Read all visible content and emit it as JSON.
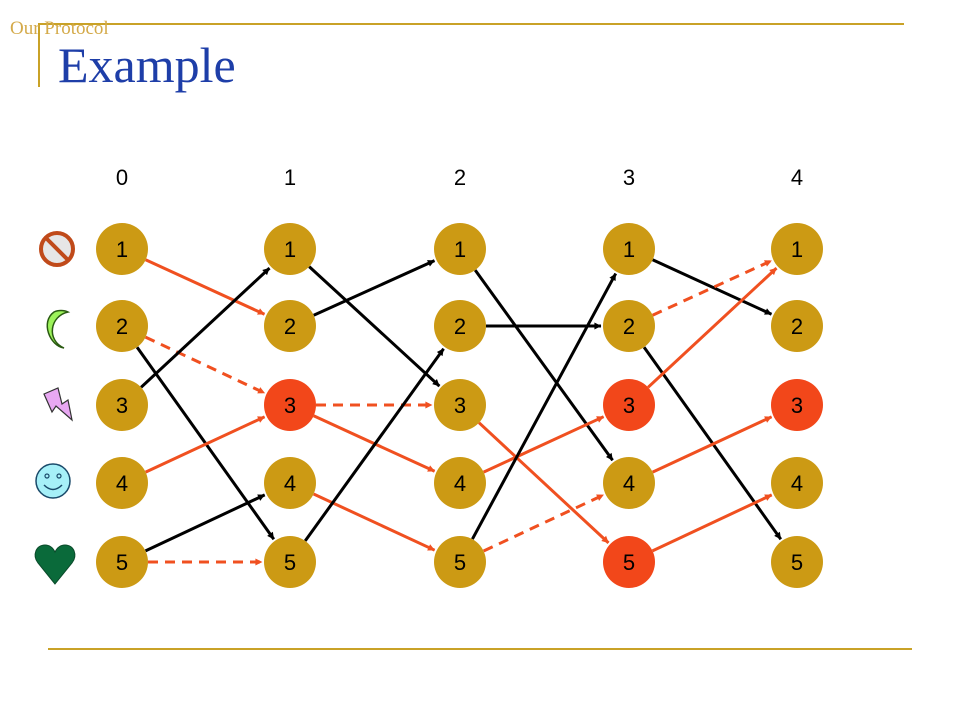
{
  "header": {
    "section": "Our Protocol",
    "title": "Example"
  },
  "colors": {
    "node_normal": "#cc9a14",
    "node_faulty": "#f2471a",
    "edge_black": "#000000",
    "edge_red": "#f05020",
    "rule": "#c9a227",
    "title": "#1e3ea8"
  },
  "columns": [
    "0",
    "1",
    "2",
    "3",
    "4"
  ],
  "rows": [
    "1",
    "2",
    "3",
    "4",
    "5"
  ],
  "process_icons": [
    {
      "row": "1",
      "icon": "prohibited-icon"
    },
    {
      "row": "2",
      "icon": "crescent-moon-icon"
    },
    {
      "row": "3",
      "icon": "lightning-bolt-icon"
    },
    {
      "row": "4",
      "icon": "smiley-face-icon"
    },
    {
      "row": "5",
      "icon": "heart-icon"
    }
  ],
  "faulty_nodes": [
    {
      "col": 1,
      "row": 3
    },
    {
      "col": 3,
      "row": 3
    },
    {
      "col": 3,
      "row": 5
    },
    {
      "col": 4,
      "row": 3
    }
  ],
  "edges": [
    {
      "from": [
        0,
        1
      ],
      "to": [
        1,
        2
      ],
      "color": "red",
      "style": "solid"
    },
    {
      "from": [
        0,
        2
      ],
      "to": [
        1,
        3
      ],
      "color": "red",
      "style": "dashed"
    },
    {
      "from": [
        0,
        2
      ],
      "to": [
        1,
        5
      ],
      "color": "black",
      "style": "solid"
    },
    {
      "from": [
        0,
        3
      ],
      "to": [
        1,
        1
      ],
      "color": "black",
      "style": "solid"
    },
    {
      "from": [
        0,
        4
      ],
      "to": [
        1,
        3
      ],
      "color": "red",
      "style": "solid"
    },
    {
      "from": [
        0,
        5
      ],
      "to": [
        1,
        4
      ],
      "color": "black",
      "style": "solid"
    },
    {
      "from": [
        0,
        5
      ],
      "to": [
        1,
        5
      ],
      "color": "red",
      "style": "dashed"
    },
    {
      "from": [
        1,
        1
      ],
      "to": [
        2,
        3
      ],
      "color": "black",
      "style": "solid"
    },
    {
      "from": [
        1,
        2
      ],
      "to": [
        2,
        1
      ],
      "color": "black",
      "style": "solid"
    },
    {
      "from": [
        1,
        3
      ],
      "to": [
        2,
        3
      ],
      "color": "red",
      "style": "dashed"
    },
    {
      "from": [
        1,
        3
      ],
      "to": [
        2,
        4
      ],
      "color": "red",
      "style": "solid"
    },
    {
      "from": [
        1,
        4
      ],
      "to": [
        2,
        5
      ],
      "color": "red",
      "style": "solid"
    },
    {
      "from": [
        1,
        5
      ],
      "to": [
        2,
        2
      ],
      "color": "black",
      "style": "solid"
    },
    {
      "from": [
        2,
        1
      ],
      "to": [
        3,
        4
      ],
      "color": "black",
      "style": "solid"
    },
    {
      "from": [
        2,
        2
      ],
      "to": [
        3,
        2
      ],
      "color": "black",
      "style": "solid"
    },
    {
      "from": [
        2,
        3
      ],
      "to": [
        3,
        5
      ],
      "color": "red",
      "style": "solid"
    },
    {
      "from": [
        2,
        4
      ],
      "to": [
        3,
        3
      ],
      "color": "red",
      "style": "solid"
    },
    {
      "from": [
        2,
        5
      ],
      "to": [
        3,
        1
      ],
      "color": "black",
      "style": "solid"
    },
    {
      "from": [
        2,
        5
      ],
      "to": [
        3,
        4
      ],
      "color": "red",
      "style": "dashed"
    },
    {
      "from": [
        3,
        1
      ],
      "to": [
        4,
        2
      ],
      "color": "black",
      "style": "solid"
    },
    {
      "from": [
        3,
        2
      ],
      "to": [
        4,
        1
      ],
      "color": "red",
      "style": "dashed"
    },
    {
      "from": [
        3,
        2
      ],
      "to": [
        4,
        5
      ],
      "color": "black",
      "style": "solid"
    },
    {
      "from": [
        3,
        3
      ],
      "to": [
        4,
        1
      ],
      "color": "red",
      "style": "solid"
    },
    {
      "from": [
        3,
        4
      ],
      "to": [
        4,
        3
      ],
      "color": "red",
      "style": "solid"
    },
    {
      "from": [
        3,
        5
      ],
      "to": [
        4,
        4
      ],
      "color": "red",
      "style": "solid"
    }
  ]
}
